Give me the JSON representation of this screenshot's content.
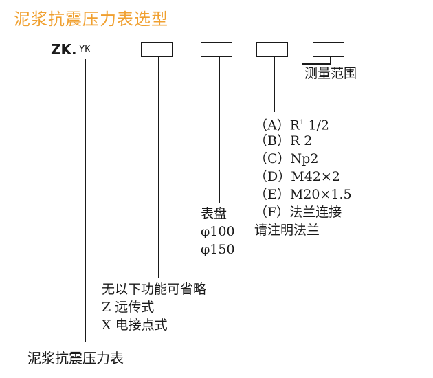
{
  "title": "泥浆抗震压力表选型",
  "colors": {
    "title": "#f0a030",
    "text": "#1a1a1a"
  },
  "model": {
    "prefix": "ZK.",
    "code": "YK"
  },
  "box4_label": "测量范围",
  "box3_options": [
    "（A）R",
    "（B）R 2",
    "（C）Np2",
    "（D）M42×2",
    "（E）M20×1.5",
    "（F）法兰连接",
    "请注明法兰"
  ],
  "box3_option_a_sup": "1",
  "box3_option_a_tail": " 1/2",
  "box2_dial": [
    "表盘",
    "φ100",
    "φ150"
  ],
  "box1_function": [
    "无以下功能可省略",
    "Z 远传式",
    "X 电接点式"
  ],
  "prefix_label": "泥浆抗震压力表"
}
